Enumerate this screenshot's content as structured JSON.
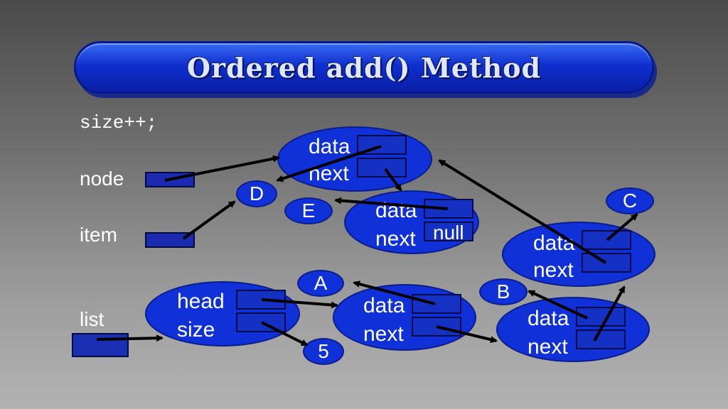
{
  "title": "Ordered add() Method",
  "code_line": "size++;",
  "variables": {
    "node": "node",
    "item": "item",
    "list": "list"
  },
  "fields": {
    "data": "data",
    "next": "next",
    "head": "head",
    "size": "size",
    "null": "null"
  },
  "values": {
    "A": "A",
    "B": "B",
    "C": "C",
    "D": "D",
    "E": "E",
    "five": "5"
  }
}
